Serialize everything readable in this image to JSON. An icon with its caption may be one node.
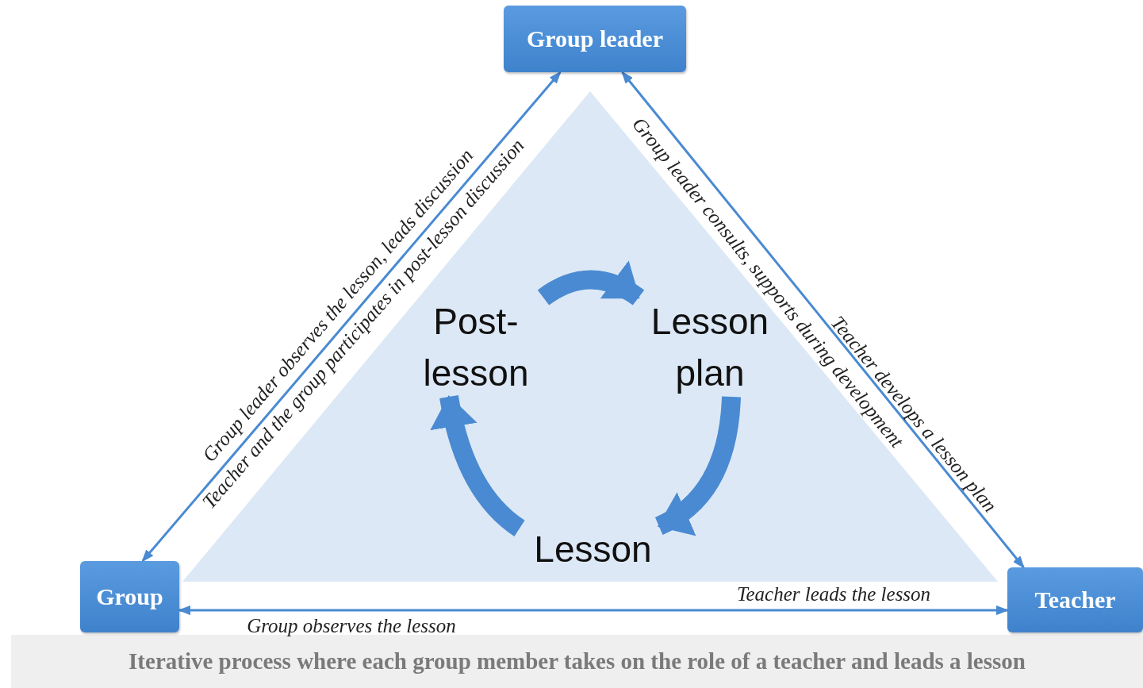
{
  "diagram": {
    "caption": "Iterative process where each group member takes on the role of a teacher and leads a lesson",
    "nodes": [
      {
        "text": [
          "Group leader"
        ]
      },
      {
        "text": [
          "Group"
        ]
      },
      {
        "text": [
          "Teacher"
        ]
      },
      {
        "text": [],
        "shape": "triangle"
      },
      {
        "text": [
          "Post-lesson"
        ],
        "in": 3
      },
      {
        "text": [
          "Lesson plan"
        ],
        "in": 3
      },
      {
        "text": [
          "Lesson"
        ],
        "in": 3
      }
    ],
    "edges": [
      {
        "from": 1,
        "to": 0,
        "arrow": "both",
        "label": "Group leader observes the lesson, leads discussion"
      },
      {
        "from": 0,
        "to": 2,
        "arrow": "both",
        "label": "Group leader consults, supports during development"
      },
      {
        "from": 1,
        "to": 2,
        "arrow": "both",
        "label": "Teacher leads the lesson"
      },
      {
        "from": 4,
        "to": 5,
        "arrow": "to",
        "style": "thick"
      },
      {
        "from": 5,
        "to": 6,
        "arrow": "to",
        "style": "thick"
      },
      {
        "from": 6,
        "to": 4,
        "arrow": "to",
        "style": "thick"
      }
    ],
    "labels": [
      "Teacher and the group participates in post-lesson discussion",
      "Teacher develops a lesson plan",
      "Group observes the lesson"
    ]
  }
}
